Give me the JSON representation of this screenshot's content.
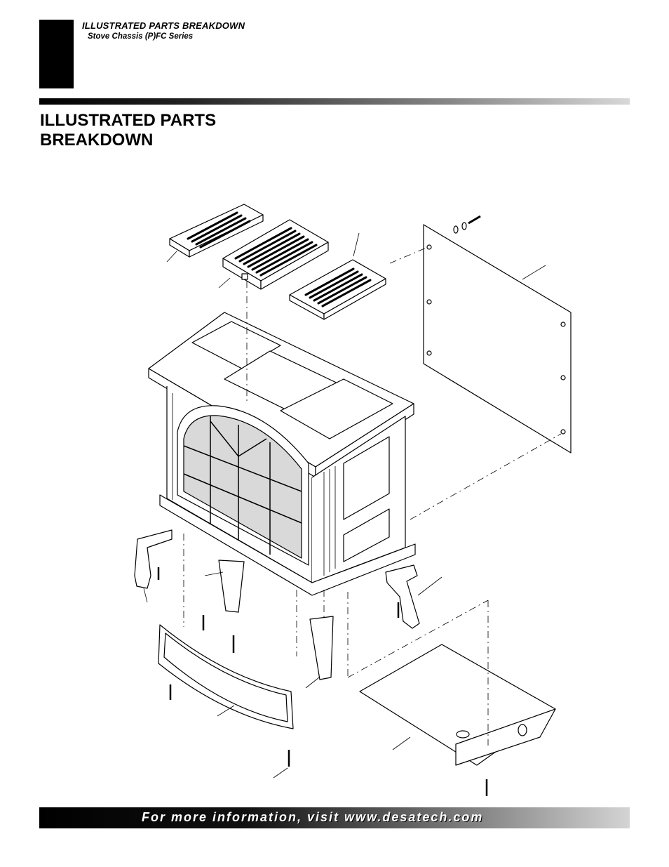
{
  "header": {
    "section_title": "ILLUSTRATED PARTS BREAKDOWN",
    "subtitle": "Stove Chassis (P)FC Series"
  },
  "page_title": {
    "line1": "ILLUSTRATED PARTS",
    "line2": "BREAKDOWN"
  },
  "footer": {
    "text": "For more information, visit www.desatech.com"
  },
  "colors": {
    "tab_block": "#000000",
    "glass": "#d9d9d9"
  }
}
